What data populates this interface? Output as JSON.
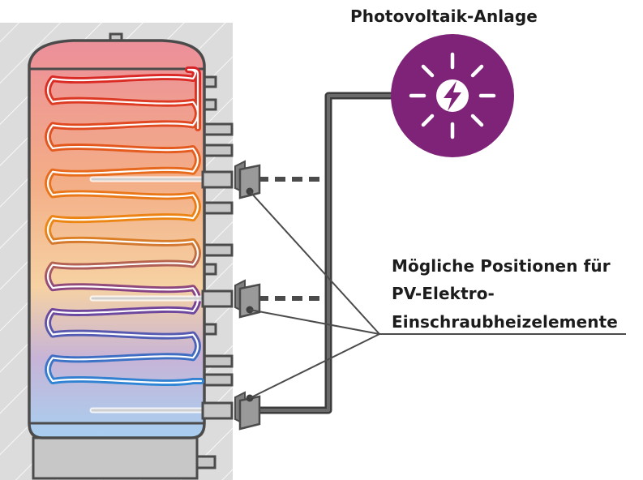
{
  "pv_system": {
    "title": "Photovoltaik-Anlage",
    "sun_icon": "lightning-sun-icon",
    "circle_color": "#7e2378"
  },
  "positions_label": {
    "line_1": "Mögliche Positionen für",
    "line_2": "PV-Elektro-",
    "line_3": "Einschraubheizelemente"
  },
  "colors": {
    "wall": "#dcdcdc",
    "tank_outline": "#4b4b4b",
    "heating_element": "#9a9a9a",
    "cable": "#555555"
  },
  "tank_gradient": [
    "#ec8f9a",
    "#f3ad86",
    "#f6d2a3",
    "#c7b4d7",
    "#a8cff0"
  ],
  "coil_gradient": [
    "#d82326",
    "#e8701c",
    "#ec8a12",
    "#7c3b93",
    "#3e6ec3",
    "#2e88d6"
  ]
}
